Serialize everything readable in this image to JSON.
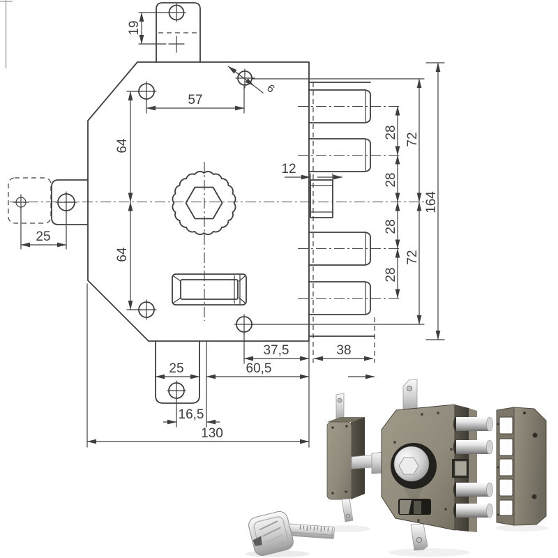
{
  "meta": {
    "description": "Technical drawing of a triple deadbolt rim lock with exploded 3D product render and key"
  },
  "drawing": {
    "line_color": "#3e3e3e",
    "dims": {
      "d19": "19",
      "d57": "57",
      "d6": "6",
      "d64_upper": "64",
      "d64_lower": "64",
      "d12": "12",
      "d25_left": "25",
      "d28_1": "28",
      "d28_2": "28",
      "d28_3": "28",
      "d28_4": "28",
      "d72_upper": "72",
      "d72_lower": "72",
      "d164": "164",
      "d37_5": "37,5",
      "d38": "38",
      "d25_bottom": "25",
      "d60_5": "60,5",
      "d16_5": "16,5",
      "d130": "130"
    }
  },
  "render": {
    "body_color": "#8f8a7b",
    "side_color": "#4f4b41",
    "chrome_light": "#f4f4f4",
    "chrome_dark": "#8a8a8a",
    "parts": {
      "cylinder_module": "cylinder-module",
      "lock_body": "lock-body",
      "strike_plate": "strike-plate",
      "key": "key"
    }
  }
}
